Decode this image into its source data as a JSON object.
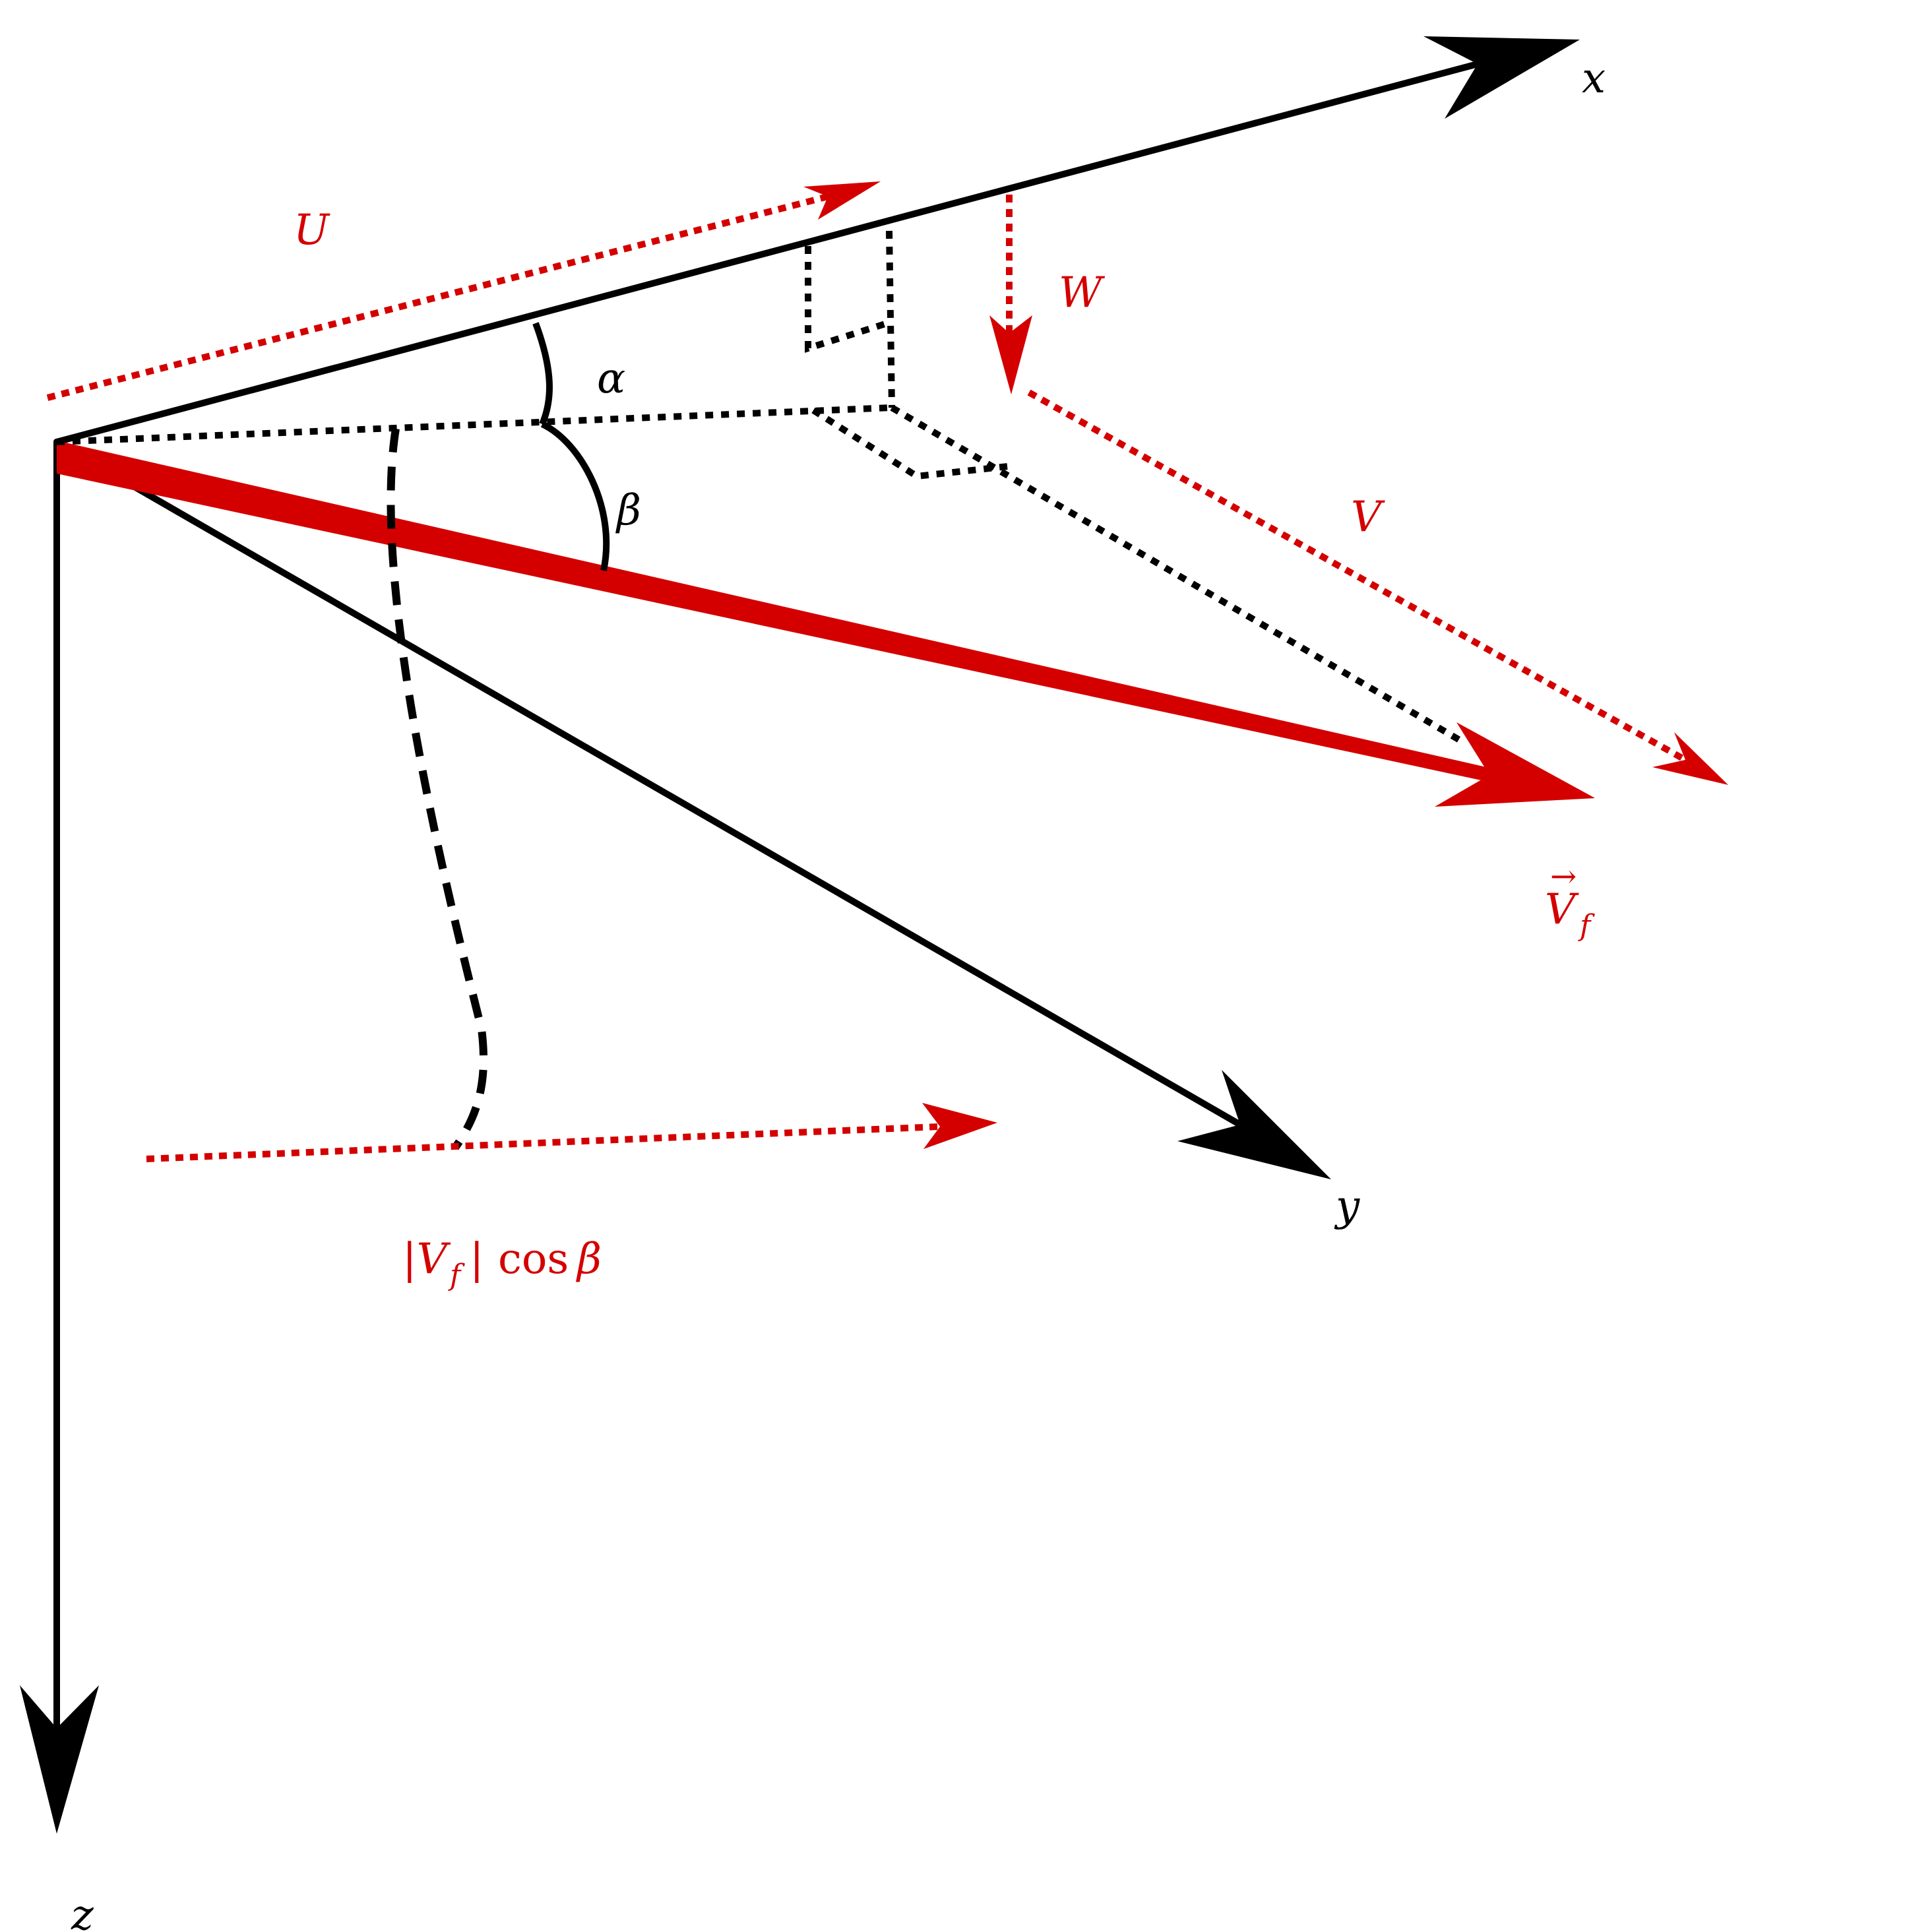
{
  "colors": {
    "axis": "#000000",
    "vector": "#d40000",
    "construction": "#000000",
    "background": "#ffffff"
  },
  "labels": {
    "x_axis": "x",
    "y_axis": "y",
    "z_axis": "z",
    "alpha": "α",
    "beta": "β",
    "U": "U",
    "V": "V",
    "W": "W",
    "Vf": "V",
    "Vf_sub": "f",
    "Vf_arrow": "→",
    "vf_cos_open": "|V",
    "vf_cos_sub": "f",
    "vf_cos_close": "|",
    "vf_cos_func": "cos",
    "vf_cos_angle": "β"
  }
}
